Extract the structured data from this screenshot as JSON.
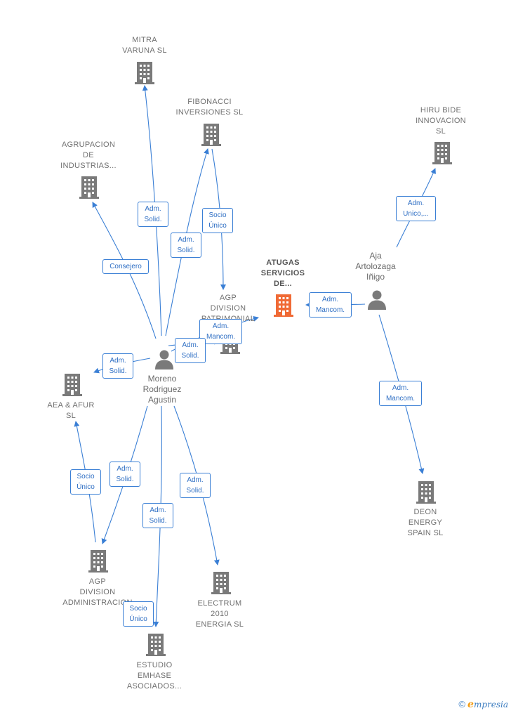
{
  "companies": {
    "mitra": "MITRA\nVARUNA SL",
    "fibonacci": "FIBONACCI\nINVERSIONES SL",
    "agrupacion": "AGRUPACION\nDE\nINDUSTRIAS...",
    "hiru": "HIRU BIDE\nINNOVACION\nSL",
    "atugas": "ATUGAS\nSERVICIOS\nDE...",
    "agp_patrimonial": "AGP\nDIVISION\nPATRIMONIAL",
    "aea": "AEA & AFUR\nSL",
    "agp_admin": "AGP\nDIVISION\nADMINISTRACION",
    "electrum": "ELECTRUM\n2010\nENERGIA SL",
    "estudio": "ESTUDIO\nEMHASE\nASOCIADOS...",
    "deon": "DEON\nENERGY\nSPAIN  SL"
  },
  "persons": {
    "moreno": "Moreno\nRodriguez\nAgustin",
    "aja": "Aja\nArtolozaga\nIñigo"
  },
  "relations": {
    "r_mitra": "Adm.\nSolid.",
    "r_fibonacci": "Adm.\nSolid.",
    "r_socio_unico_fib": "Socio\nÚnico",
    "r_consejero": "Consejero",
    "r_hiru": "Adm.\nUnico,...",
    "r_aja_atugas": "Adm.\nMancom.",
    "r_moreno_atugas": "Adm.\nMancom.",
    "r_moreno_patrimonial": "Adm.\nSolid.",
    "r_aea": "Adm.\nSolid.",
    "r_deon": "Adm.\nMancom.",
    "r_socio_aea": "Socio\nÚnico",
    "r_admin": "Adm.\nSolid.",
    "r_electrum": "Adm.\nSolid.",
    "r_estudio": "Adm.\nSolid.",
    "r_socio_estudio": "Socio\nÚnico"
  },
  "colors": {
    "edge": "#3a7fd5",
    "building": "#7a7a7a",
    "building_highlight": "#f06a35",
    "person": "#7a7a7a"
  },
  "footer": {
    "copyright": "©",
    "brand_e": "e",
    "brand_rest": "mpresia"
  }
}
